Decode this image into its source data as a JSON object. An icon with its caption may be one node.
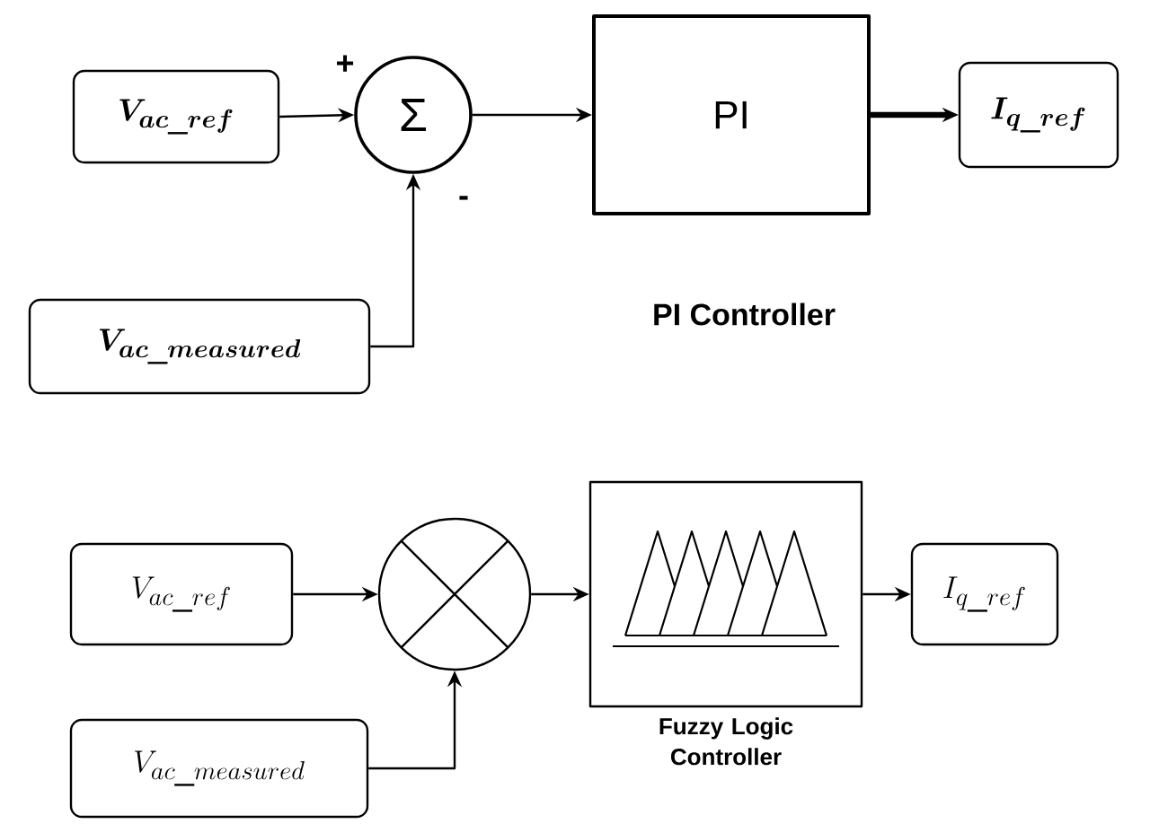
{
  "diagram": {
    "nodes": [
      {
        "text": [
          "V_{ac\\_ref}"
        ]
      },
      {
        "text": [
          "Σ"
        ],
        "beside": [
          "+",
          "-"
        ]
      },
      {
        "text": [
          "PI"
        ]
      },
      {
        "text": [
          "I_{q\\_ref}"
        ]
      },
      {
        "text": [
          "V_{ac\\_measured}"
        ]
      },
      {
        "text": [
          "V_{ac\\_ref}"
        ]
      },
      {
        "text": [],
        "shape": "circle"
      },
      {
        "text": [
          "Fuzzy Logic Controller"
        ]
      },
      {
        "text": [
          "I_{q\\_ref}"
        ]
      },
      {
        "text": [
          "V_{ac\\_measured}"
        ]
      }
    ],
    "edges": [
      {
        "from": 0,
        "to": 1,
        "arrow": "to"
      },
      {
        "from": 4,
        "to": 1,
        "arrow": "to"
      },
      {
        "from": 1,
        "to": 2,
        "arrow": "to"
      },
      {
        "from": 2,
        "to": 3,
        "arrow": "to",
        "style": "thick"
      },
      {
        "from": 5,
        "to": 6,
        "arrow": "to"
      },
      {
        "from": 9,
        "to": 6,
        "arrow": "to"
      },
      {
        "from": 6,
        "to": 7,
        "arrow": "to"
      },
      {
        "from": 7,
        "to": 8,
        "arrow": "to"
      }
    ],
    "labels": [
      "PI Controller"
    ]
  }
}
